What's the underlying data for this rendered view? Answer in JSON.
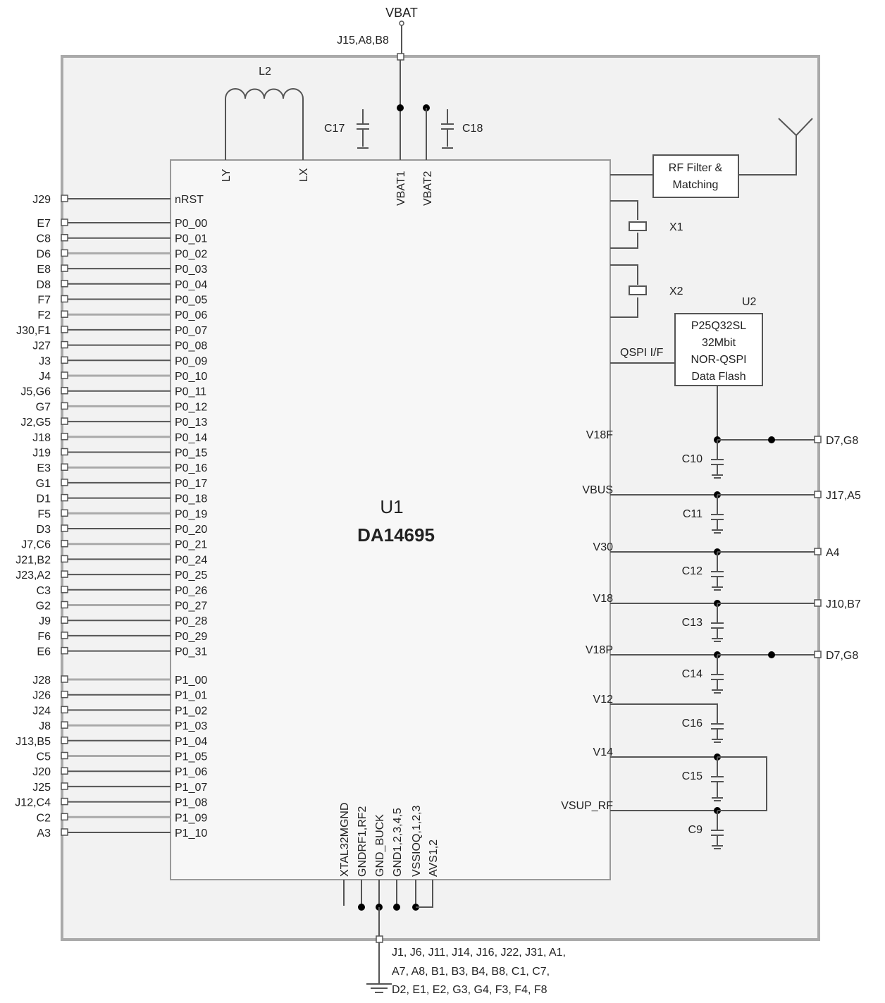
{
  "power": {
    "vbat": "VBAT",
    "vbat_pins": "J15,A8,B8"
  },
  "chip": {
    "ref": "U1",
    "part": "DA14695",
    "top_pins": [
      "LY",
      "LX",
      "VBAT1",
      "VBAT2"
    ],
    "reset": {
      "pin": "nRST",
      "ball": "J29"
    },
    "port0": [
      {
        "pin": "P0_00",
        "ball": "E7"
      },
      {
        "pin": "P0_01",
        "ball": "C8"
      },
      {
        "pin": "P0_02",
        "ball": "D6"
      },
      {
        "pin": "P0_03",
        "ball": "E8"
      },
      {
        "pin": "P0_04",
        "ball": "D8"
      },
      {
        "pin": "P0_05",
        "ball": "F7"
      },
      {
        "pin": "P0_06",
        "ball": "F2"
      },
      {
        "pin": "P0_07",
        "ball": "J30,F1"
      },
      {
        "pin": "P0_08",
        "ball": "J27"
      },
      {
        "pin": "P0_09",
        "ball": "J3"
      },
      {
        "pin": "P0_10",
        "ball": "J4"
      },
      {
        "pin": "P0_11",
        "ball": "J5,G6"
      },
      {
        "pin": "P0_12",
        "ball": "G7"
      },
      {
        "pin": "P0_13",
        "ball": "J2,G5"
      },
      {
        "pin": "P0_14",
        "ball": "J18"
      },
      {
        "pin": "P0_15",
        "ball": "J19"
      },
      {
        "pin": "P0_16",
        "ball": "E3"
      },
      {
        "pin": "P0_17",
        "ball": "G1"
      },
      {
        "pin": "P0_18",
        "ball": "D1"
      },
      {
        "pin": "P0_19",
        "ball": "F5"
      },
      {
        "pin": "P0_20",
        "ball": "D3"
      },
      {
        "pin": "P0_21",
        "ball": "J7,C6"
      },
      {
        "pin": "P0_24",
        "ball": "J21,B2"
      },
      {
        "pin": "P0_25",
        "ball": "J23,A2"
      },
      {
        "pin": "P0_26",
        "ball": "C3"
      },
      {
        "pin": "P0_27",
        "ball": "G2"
      },
      {
        "pin": "P0_28",
        "ball": "J9"
      },
      {
        "pin": "P0_29",
        "ball": "F6"
      },
      {
        "pin": "P0_31",
        "ball": "E6"
      }
    ],
    "port1": [
      {
        "pin": "P1_00",
        "ball": "J28"
      },
      {
        "pin": "P1_01",
        "ball": "J26"
      },
      {
        "pin": "P1_02",
        "ball": "J24"
      },
      {
        "pin": "P1_03",
        "ball": "J8"
      },
      {
        "pin": "P1_04",
        "ball": "J13,B5"
      },
      {
        "pin": "P1_05",
        "ball": "C5"
      },
      {
        "pin": "P1_06",
        "ball": "J20"
      },
      {
        "pin": "P1_07",
        "ball": "J25"
      },
      {
        "pin": "P1_08",
        "ball": "J12,C4"
      },
      {
        "pin": "P1_09",
        "ball": "C2"
      },
      {
        "pin": "P1_10",
        "ball": "A3"
      }
    ],
    "bottom_pins": [
      "XTAL32MGND",
      "GNDRF1,RF2",
      "GND_BUCK",
      "GND1,2,3,4,5",
      "VSSIOQ,1,2,3",
      "AVS1,2"
    ],
    "right_nets": [
      {
        "net": "V18F",
        "cap": "C10",
        "ball": "D7,G8"
      },
      {
        "net": "VBUS",
        "cap": "C11",
        "ball": "J17,A5"
      },
      {
        "net": "V30",
        "cap": "C12",
        "ball": "A4"
      },
      {
        "net": "V18",
        "cap": "C13",
        "ball": "J10,B7"
      },
      {
        "net": "V18P",
        "cap": "C14",
        "ball": "D7,G8"
      },
      {
        "net": "V12",
        "cap": "C16",
        "ball": ""
      },
      {
        "net": "V14",
        "cap": "C15",
        "ball": ""
      },
      {
        "net": "VSUP_RF",
        "cap": "C9",
        "ball": ""
      }
    ]
  },
  "components": {
    "inductor": "L2",
    "c17": "C17",
    "c18": "C18",
    "x1": "X1",
    "x2": "X2",
    "rf_filter": [
      "RF Filter &",
      "Matching"
    ],
    "flash": {
      "ref": "U2",
      "lines": [
        "P25Q32SL",
        "32Mbit",
        "NOR-QSPI",
        "Data Flash"
      ],
      "bus": "QSPI I/F"
    }
  },
  "ground_balls": [
    "J1, J6, J11, J14, J16, J22, J31, A1,",
    "A7, A8, B1, B3, B4, B8, C1, C7,",
    "D2, E1, E2, G3, G4, F3, F4, F8"
  ]
}
